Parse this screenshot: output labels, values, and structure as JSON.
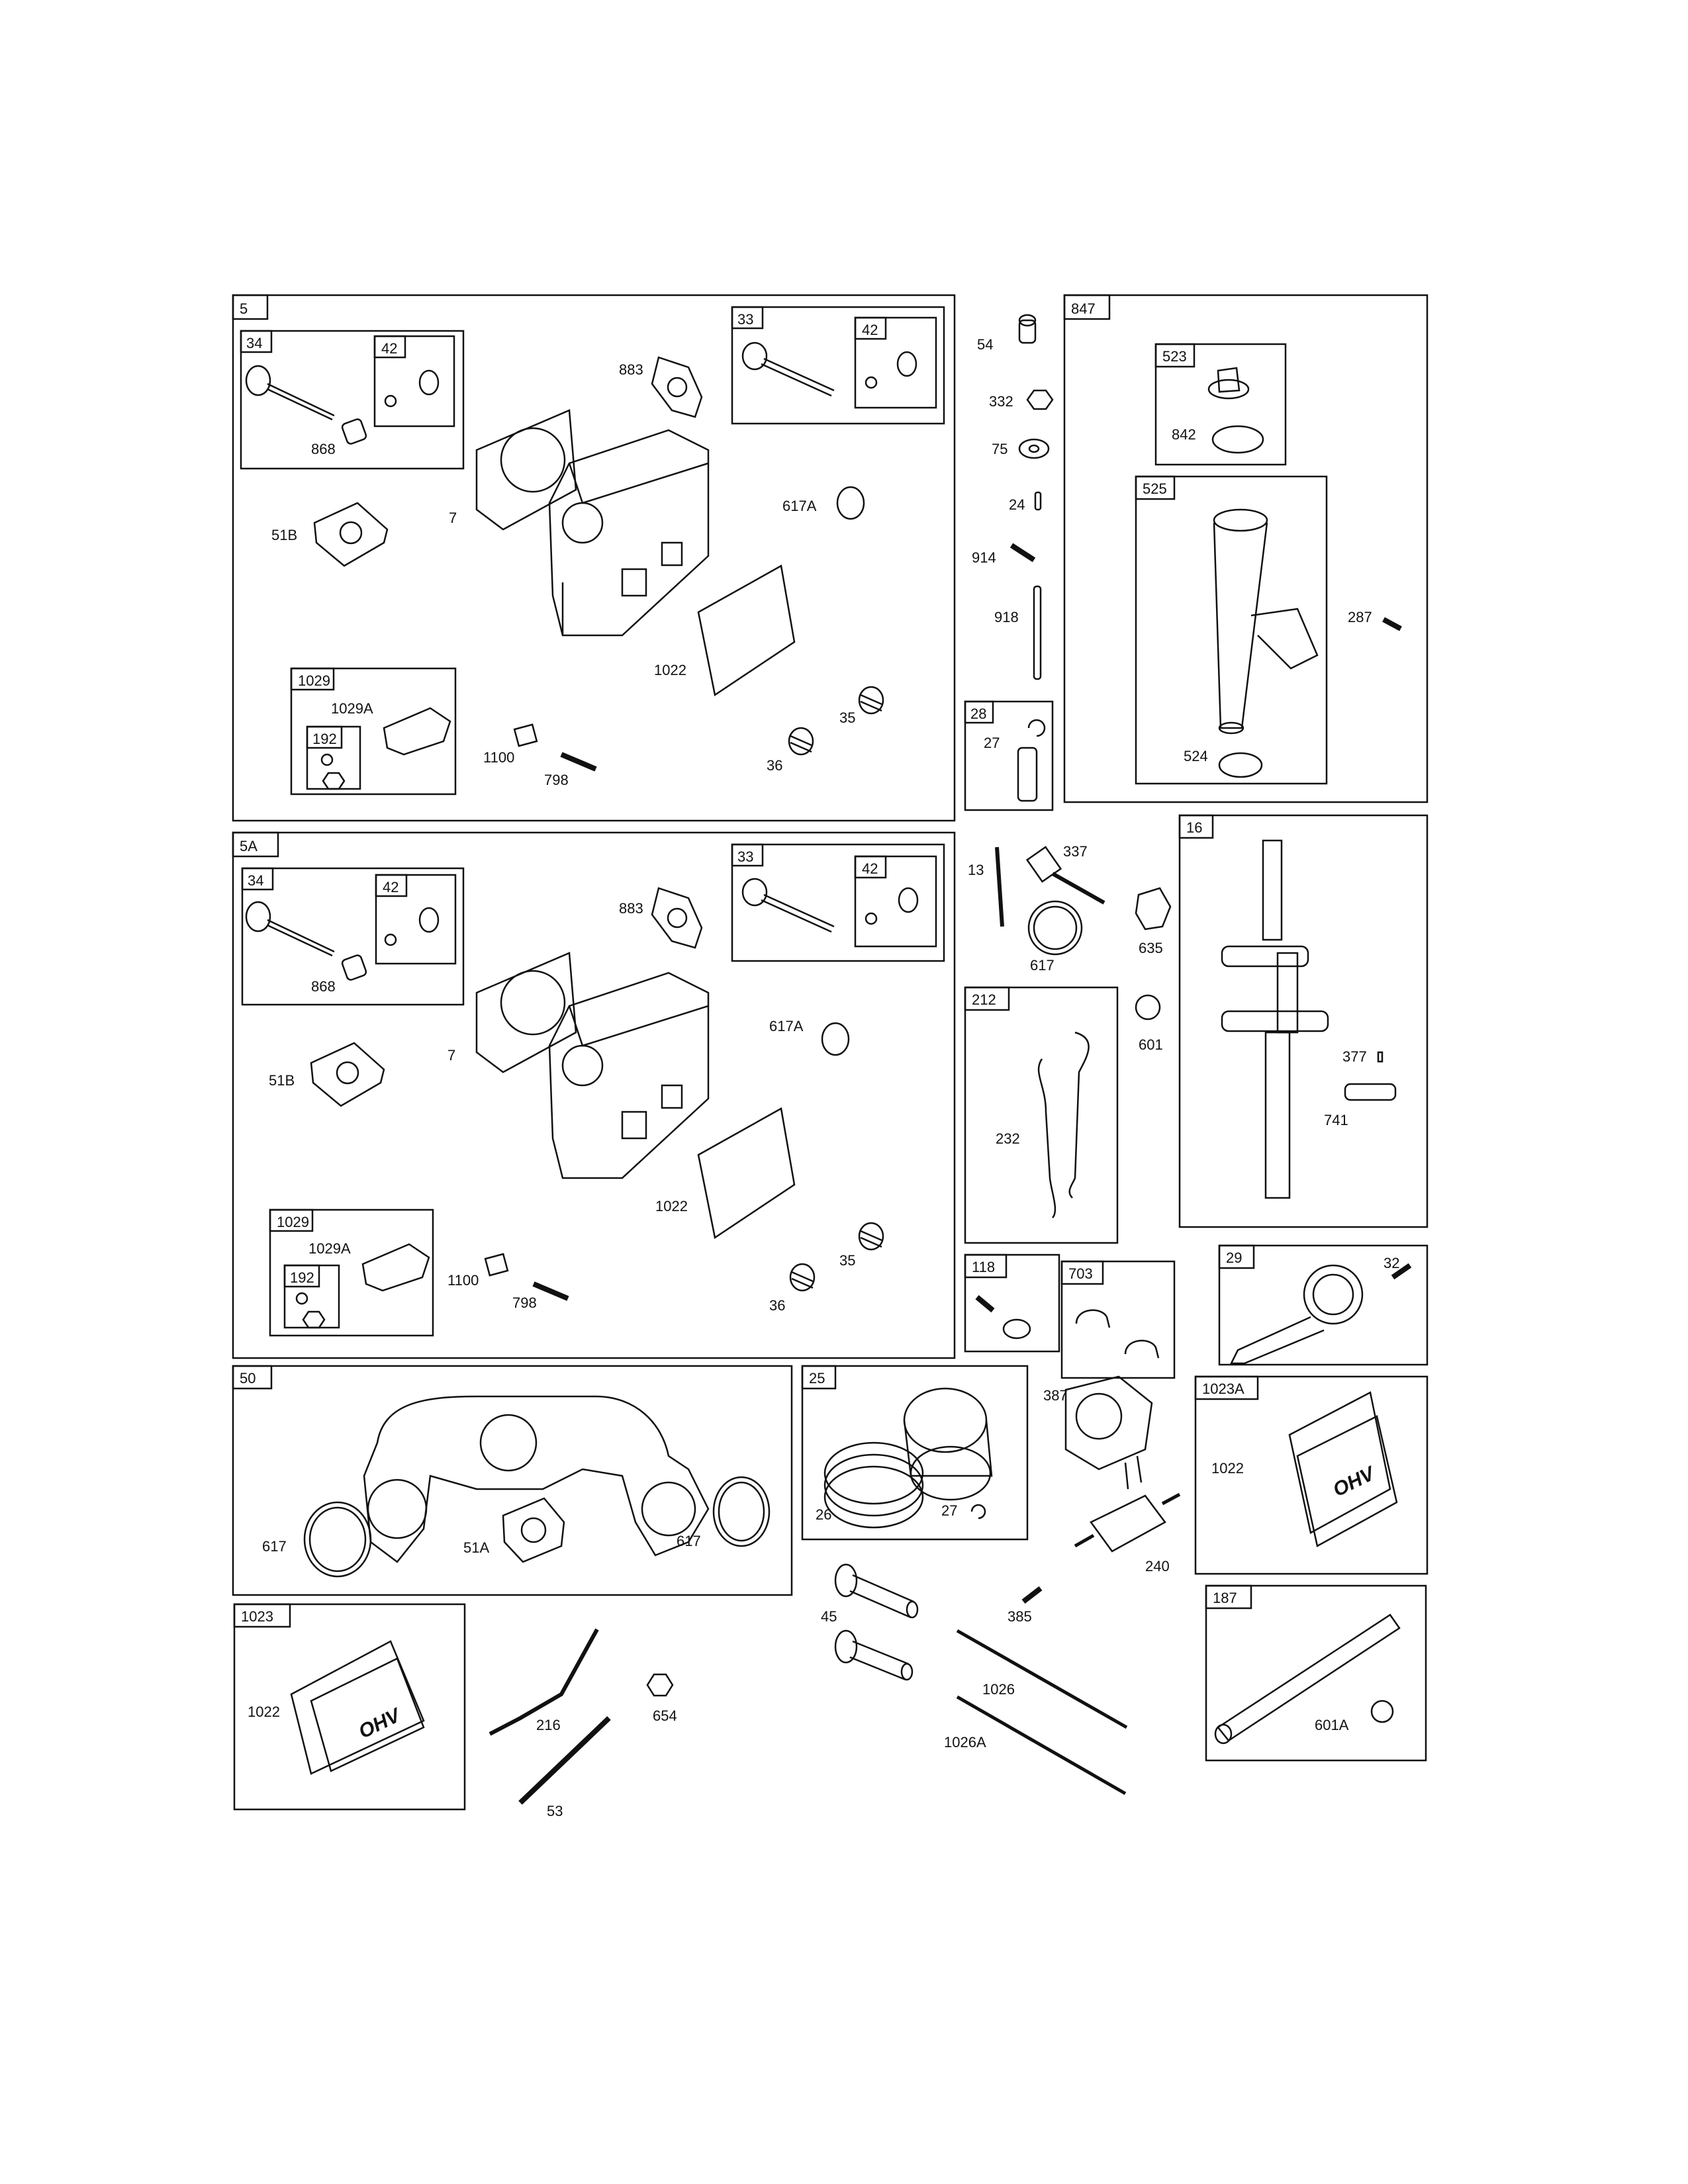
{
  "panels": {
    "p5": {
      "number": "5",
      "labels": {
        "l868": "868",
        "l883": "883",
        "l7": "7",
        "l51b": "51B",
        "l617a": "617A",
        "l1022": "1022",
        "l1029a": "1029A",
        "l1100": "1100",
        "l798": "798",
        "l35": "35",
        "l36": "36"
      },
      "sub34": {
        "number": "34"
      },
      "sub42a": {
        "number": "42"
      },
      "sub33": {
        "number": "33"
      },
      "sub42b": {
        "number": "42"
      },
      "sub1029": {
        "number": "1029"
      },
      "sub192": {
        "number": "192"
      }
    },
    "p5a": {
      "number": "5A",
      "labels": {
        "l868": "868",
        "l883": "883",
        "l7": "7",
        "l51b": "51B",
        "l617a": "617A",
        "l1022": "1022",
        "l1029a": "1029A",
        "l1100": "1100",
        "l798": "798",
        "l35": "35",
        "l36": "36"
      },
      "sub34": {
        "number": "34"
      },
      "sub42a": {
        "number": "42"
      },
      "sub33": {
        "number": "33"
      },
      "sub42b": {
        "number": "42"
      },
      "sub1029": {
        "number": "1029"
      },
      "sub192": {
        "number": "192"
      }
    },
    "p28": {
      "number": "28",
      "labels": {
        "l27": "27"
      }
    },
    "p847": {
      "number": "847",
      "labels": {
        "l842": "842",
        "l287": "287",
        "l524": "524"
      },
      "sub523": {
        "number": "523"
      },
      "sub525": {
        "number": "525"
      }
    },
    "p16": {
      "number": "16",
      "labels": {
        "l377": "377",
        "l741": "741"
      }
    },
    "p212": {
      "number": "212",
      "labels": {
        "l232": "232"
      }
    },
    "p118": {
      "number": "118"
    },
    "p703": {
      "number": "703"
    },
    "p29": {
      "number": "29",
      "labels": {
        "l32": "32"
      }
    },
    "p50": {
      "number": "50",
      "labels": {
        "l617a": "617",
        "l51a": "51A",
        "l617b": "617"
      }
    },
    "p25": {
      "number": "25",
      "labels": {
        "l26": "26",
        "l27": "27"
      }
    },
    "p1023a": {
      "number": "1023A",
      "labels": {
        "l1022": "1022"
      }
    },
    "p1023": {
      "number": "1023",
      "labels": {
        "l1022": "1022"
      }
    },
    "p187": {
      "number": "187",
      "labels": {
        "l601a": "601A"
      }
    }
  },
  "loose_parts": {
    "l54": "54",
    "l332": "332",
    "l75": "75",
    "l24": "24",
    "l914": "914",
    "l918": "918",
    "l13": "13",
    "l337": "337",
    "l617": "617",
    "l635": "635",
    "l601": "601",
    "l387": "387",
    "l240": "240",
    "l385": "385",
    "l45": "45",
    "l1026": "1026",
    "l1026a": "1026A",
    "l216": "216",
    "l654": "654",
    "l53": "53"
  },
  "decals": {
    "ohv_top": "OHV",
    "ohv_bottom": "OHV"
  }
}
